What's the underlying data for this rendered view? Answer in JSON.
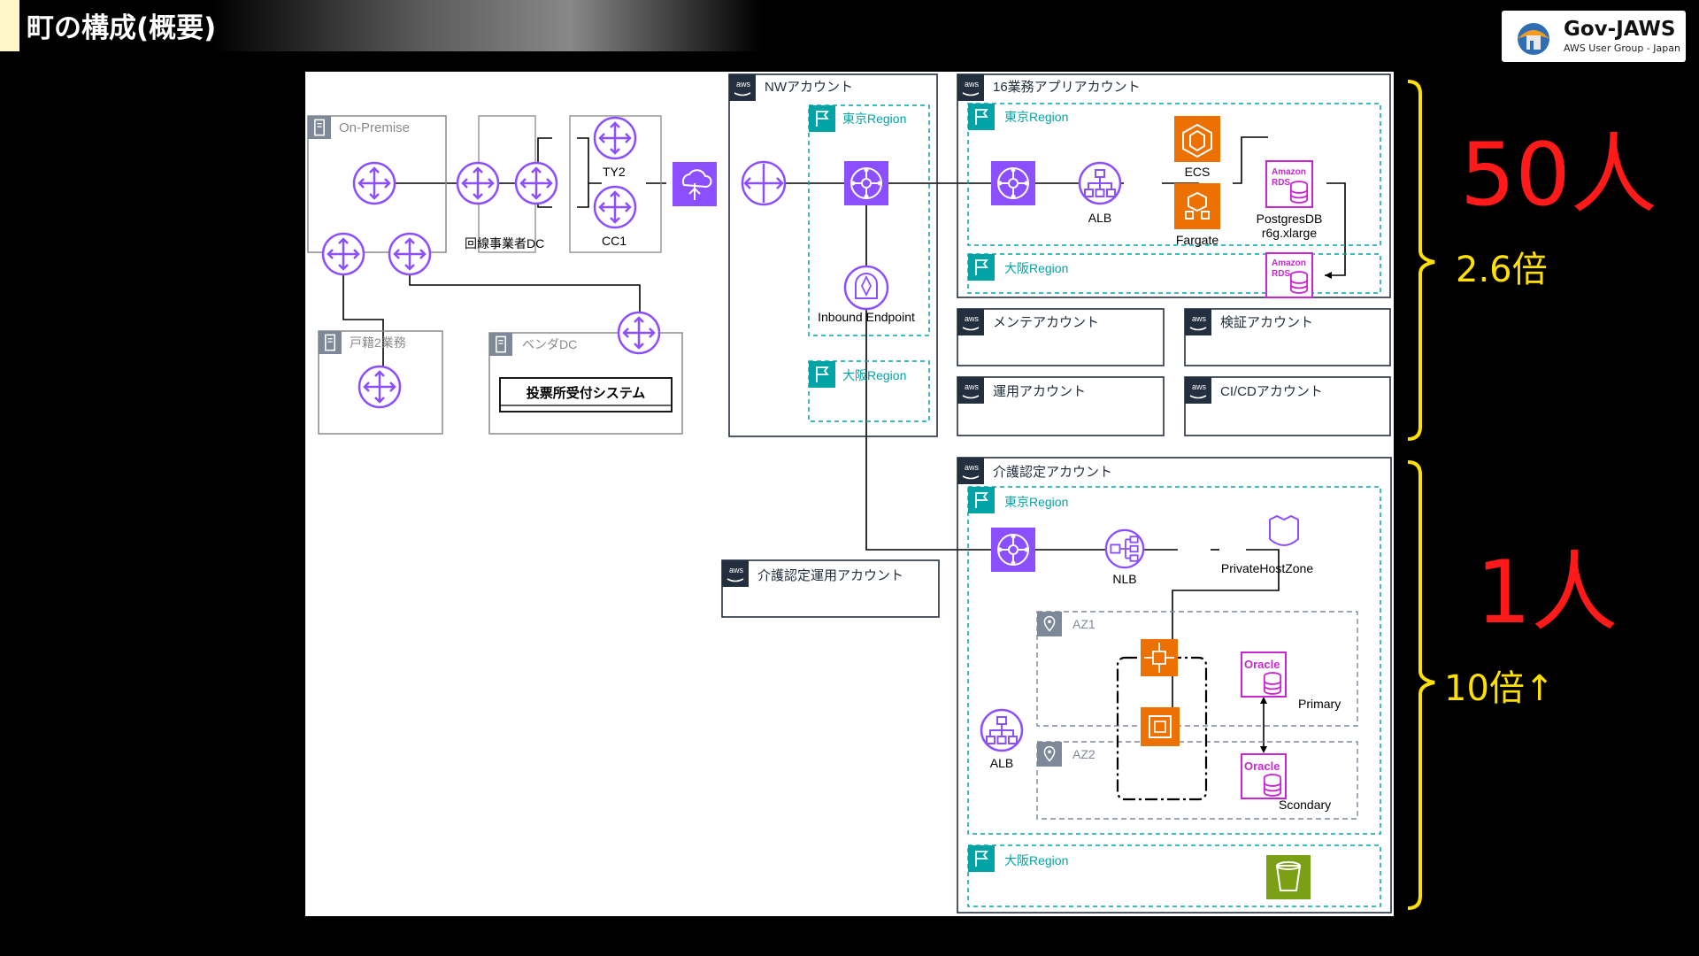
{
  "slide": {
    "title": "町の構成(概要)",
    "logo": {
      "name": "Gov-JAWS",
      "sub": "AWS User Group - Japan"
    }
  },
  "onprem": {
    "on_premise": "On-Premise",
    "line_dc": "回線事業者DC",
    "ty2": "TY2",
    "cc1": "CC1",
    "kosekai": "戸籍2業務",
    "vendor_dc": "ベンダDC",
    "voting_system": "投票所受付システム"
  },
  "nw": {
    "account": "NWアカウント",
    "tokyo": "東京Region",
    "osaka": "大阪Region",
    "inbound": "Inbound Endpoint"
  },
  "app": {
    "account": "16業務アプリアカウント",
    "tokyo": "東京Region",
    "osaka": "大阪Region",
    "alb": "ALB",
    "ecs": "ECS",
    "fargate": "Fargate",
    "db1": "PostgresDB",
    "db2": "r6g.xlarge"
  },
  "accounts": {
    "maintenance": "メンテアカウント",
    "verification": "検証アカウント",
    "operation": "運用アカウント",
    "cicd": "CI/CDアカウント",
    "care_ops": "介護認定運用アカウント"
  },
  "care": {
    "account": "介護認定アカウント",
    "tokyo": "東京Region",
    "osaka": "大阪Region",
    "nlb": "NLB",
    "phz": "PrivateHostZone",
    "az1": "AZ1",
    "az2": "AZ2",
    "alb": "ALB",
    "primary": "Primary",
    "secondary": "Scondary"
  },
  "annotations": {
    "users_top": "50人",
    "ratio_top": "2.6倍",
    "users_bottom": "1人",
    "ratio_bottom": "10倍↑"
  },
  "labels": {
    "aws": "aws",
    "rds_brand": "Amazon",
    "rds": "RDS",
    "oracle": "Oracle"
  },
  "colors": {
    "router": "#8c4fff",
    "aws_purple": "#8c4fff",
    "region_teal": "#00a4a6",
    "compute_orange": "#ed7100",
    "rds_magenta": "#c925d1",
    "s3_green": "#7aa116",
    "accent_red": "#ff1a1a",
    "accent_yellow": "#ffe000"
  }
}
